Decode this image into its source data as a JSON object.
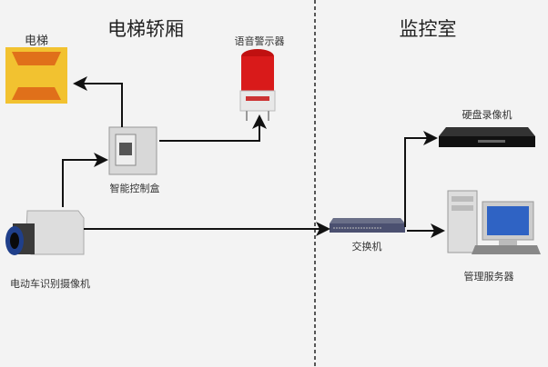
{
  "sections": {
    "left_title": "电梯轿厢",
    "right_title": "监控室"
  },
  "nodes": {
    "elevator": "电梯",
    "siren": "语音警示器",
    "control_box": "智能控制盒",
    "camera": "电动车识别摄像机",
    "switch": "交换机",
    "nvr": "硬盘录像机",
    "server": "管理服务器"
  },
  "colors": {
    "line": "#111111",
    "siren_red": "#d91a1a",
    "pad_yellow": "#f2c230",
    "pad_orange": "#e0701a",
    "monitor_blue": "#2f63c4"
  }
}
